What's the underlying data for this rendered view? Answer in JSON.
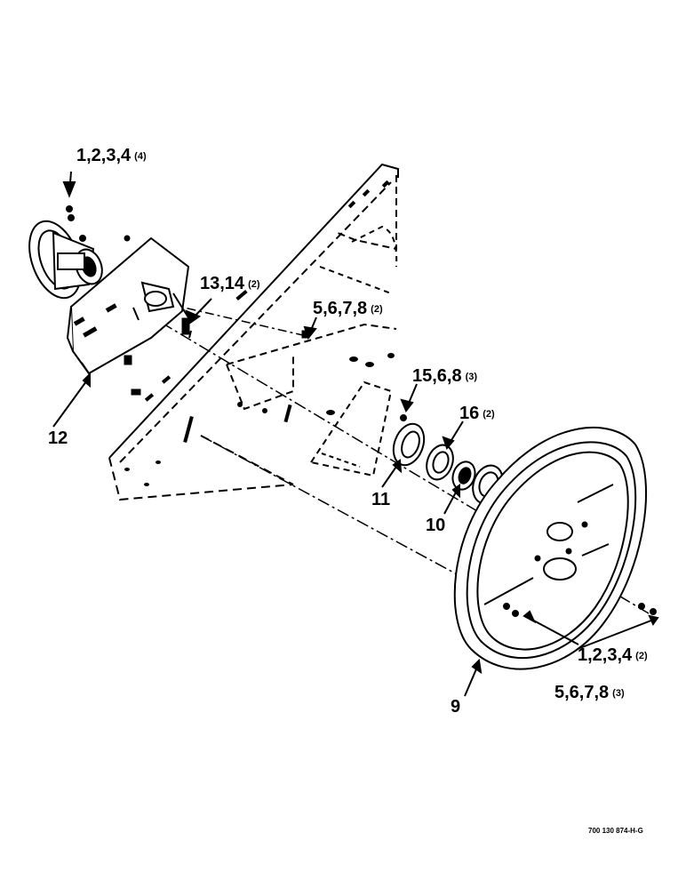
{
  "callouts": {
    "c1": {
      "num": "1,2,3,4",
      "qty": "(4)"
    },
    "c13": {
      "num": "13,14",
      "qty": "(2)"
    },
    "c5top": {
      "num": "5,6,7,8",
      "qty": "(2)"
    },
    "c15": {
      "num": "15,6,8",
      "qty": "(3)"
    },
    "c16": {
      "num": "16",
      "qty": "(2)"
    },
    "c12": {
      "num": "12",
      "qty": ""
    },
    "c11": {
      "num": "11",
      "qty": ""
    },
    "c10": {
      "num": "10",
      "qty": ""
    },
    "c1b": {
      "num": "1,2,3,4",
      "qty": "(2)"
    },
    "c5b": {
      "num": "5,6,7,8",
      "qty": "(3)"
    },
    "c9": {
      "num": "9",
      "qty": ""
    }
  },
  "document": {
    "number": "700 130 874-H-G"
  },
  "colors": {
    "ink": "#000000",
    "paper": "#ffffff"
  }
}
